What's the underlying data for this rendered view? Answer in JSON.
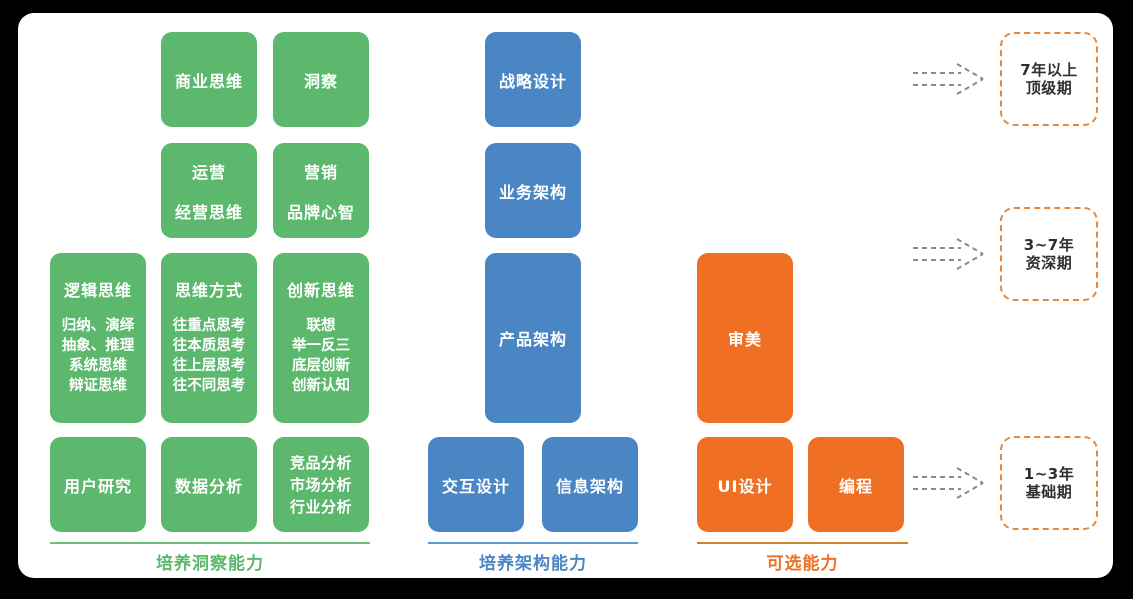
{
  "colors": {
    "green": "#5bb86c",
    "blue": "#4a86c4",
    "orange": "#ef7023",
    "green_line": "#6dbe7b",
    "blue_line": "#5b9bd5",
    "orange_line": "#c8862f",
    "stage_border": "#e6883c",
    "stage_text": "#2f2f2f",
    "arrow": "#8a8a8a"
  },
  "insight": {
    "label": "培养洞察能力",
    "business_thinking": "商业思维",
    "insight_box": "洞察",
    "operations": {
      "l1": "运营",
      "l2": "经营思维"
    },
    "marketing": {
      "l1": "营销",
      "l2": "品牌心智"
    },
    "logical": {
      "title": "逻辑思维",
      "l1": "归纳、演绎",
      "l2": "抽象、推理",
      "l3": "系统思维",
      "l4": "辩证思维"
    },
    "modes": {
      "title": "思维方式",
      "l1": "往重点思考",
      "l2": "往本质思考",
      "l3": "往上层思考",
      "l4": "往不同思考"
    },
    "innovative": {
      "title": "创新思维",
      "l1": "联想",
      "l2": "举一反三",
      "l3": "底层创新",
      "l4": "创新认知"
    },
    "user_research": "用户研究",
    "data_analysis": "数据分析",
    "competitive": {
      "l1": "竞品分析",
      "l2": "市场分析",
      "l3": "行业分析"
    }
  },
  "architecture": {
    "label": "培养架构能力",
    "strategy_design": "战略设计",
    "business_architecture": "业务架构",
    "product_architecture": "产品架构",
    "interaction_design": "交互设计",
    "information_architecture": "信息架构"
  },
  "optional": {
    "label": "可选能力",
    "aesthetics": "审美",
    "ui_design": "UI设计",
    "programming": "编程"
  },
  "stages": {
    "top": {
      "years": "7年以上",
      "name": "顶级期"
    },
    "senior": {
      "years": "3~7年",
      "name": "资深期"
    },
    "basic": {
      "years": "1~3年",
      "name": "基础期"
    }
  }
}
